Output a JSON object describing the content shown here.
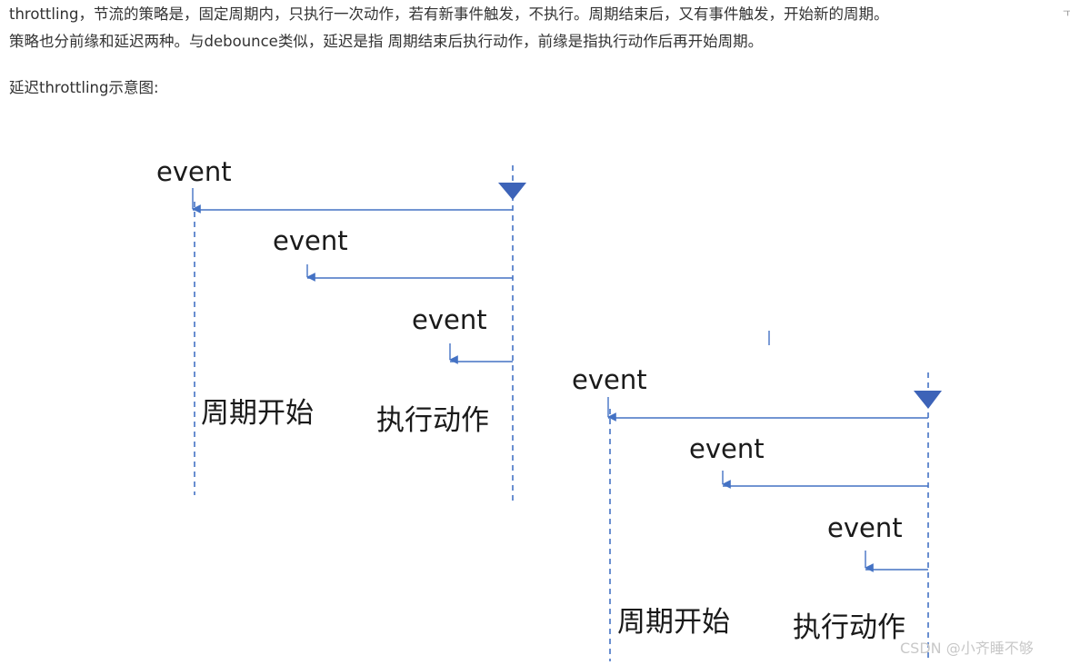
{
  "article": {
    "line1": "throttling，节流的策略是，固定周期内，只执行一次动作，若有新事件触发，不执行。周期结束后，又有事件触发，开始新的周期。",
    "line2": "策略也分前缘和延迟两种。与debounce类似，延迟是指 周期结束后执行动作，前缘是指执行动作后再开始周期。",
    "caption": "延迟throttling示意图:",
    "edge_mark": "ㅜ"
  },
  "diagram": {
    "event_label": "event",
    "cycle_start_label": "周期开始",
    "action_label": "执行动作",
    "line_color": "#4472c4",
    "marker_color": "#3d63b8",
    "watermark": "CSDN @小齐睡不够"
  }
}
